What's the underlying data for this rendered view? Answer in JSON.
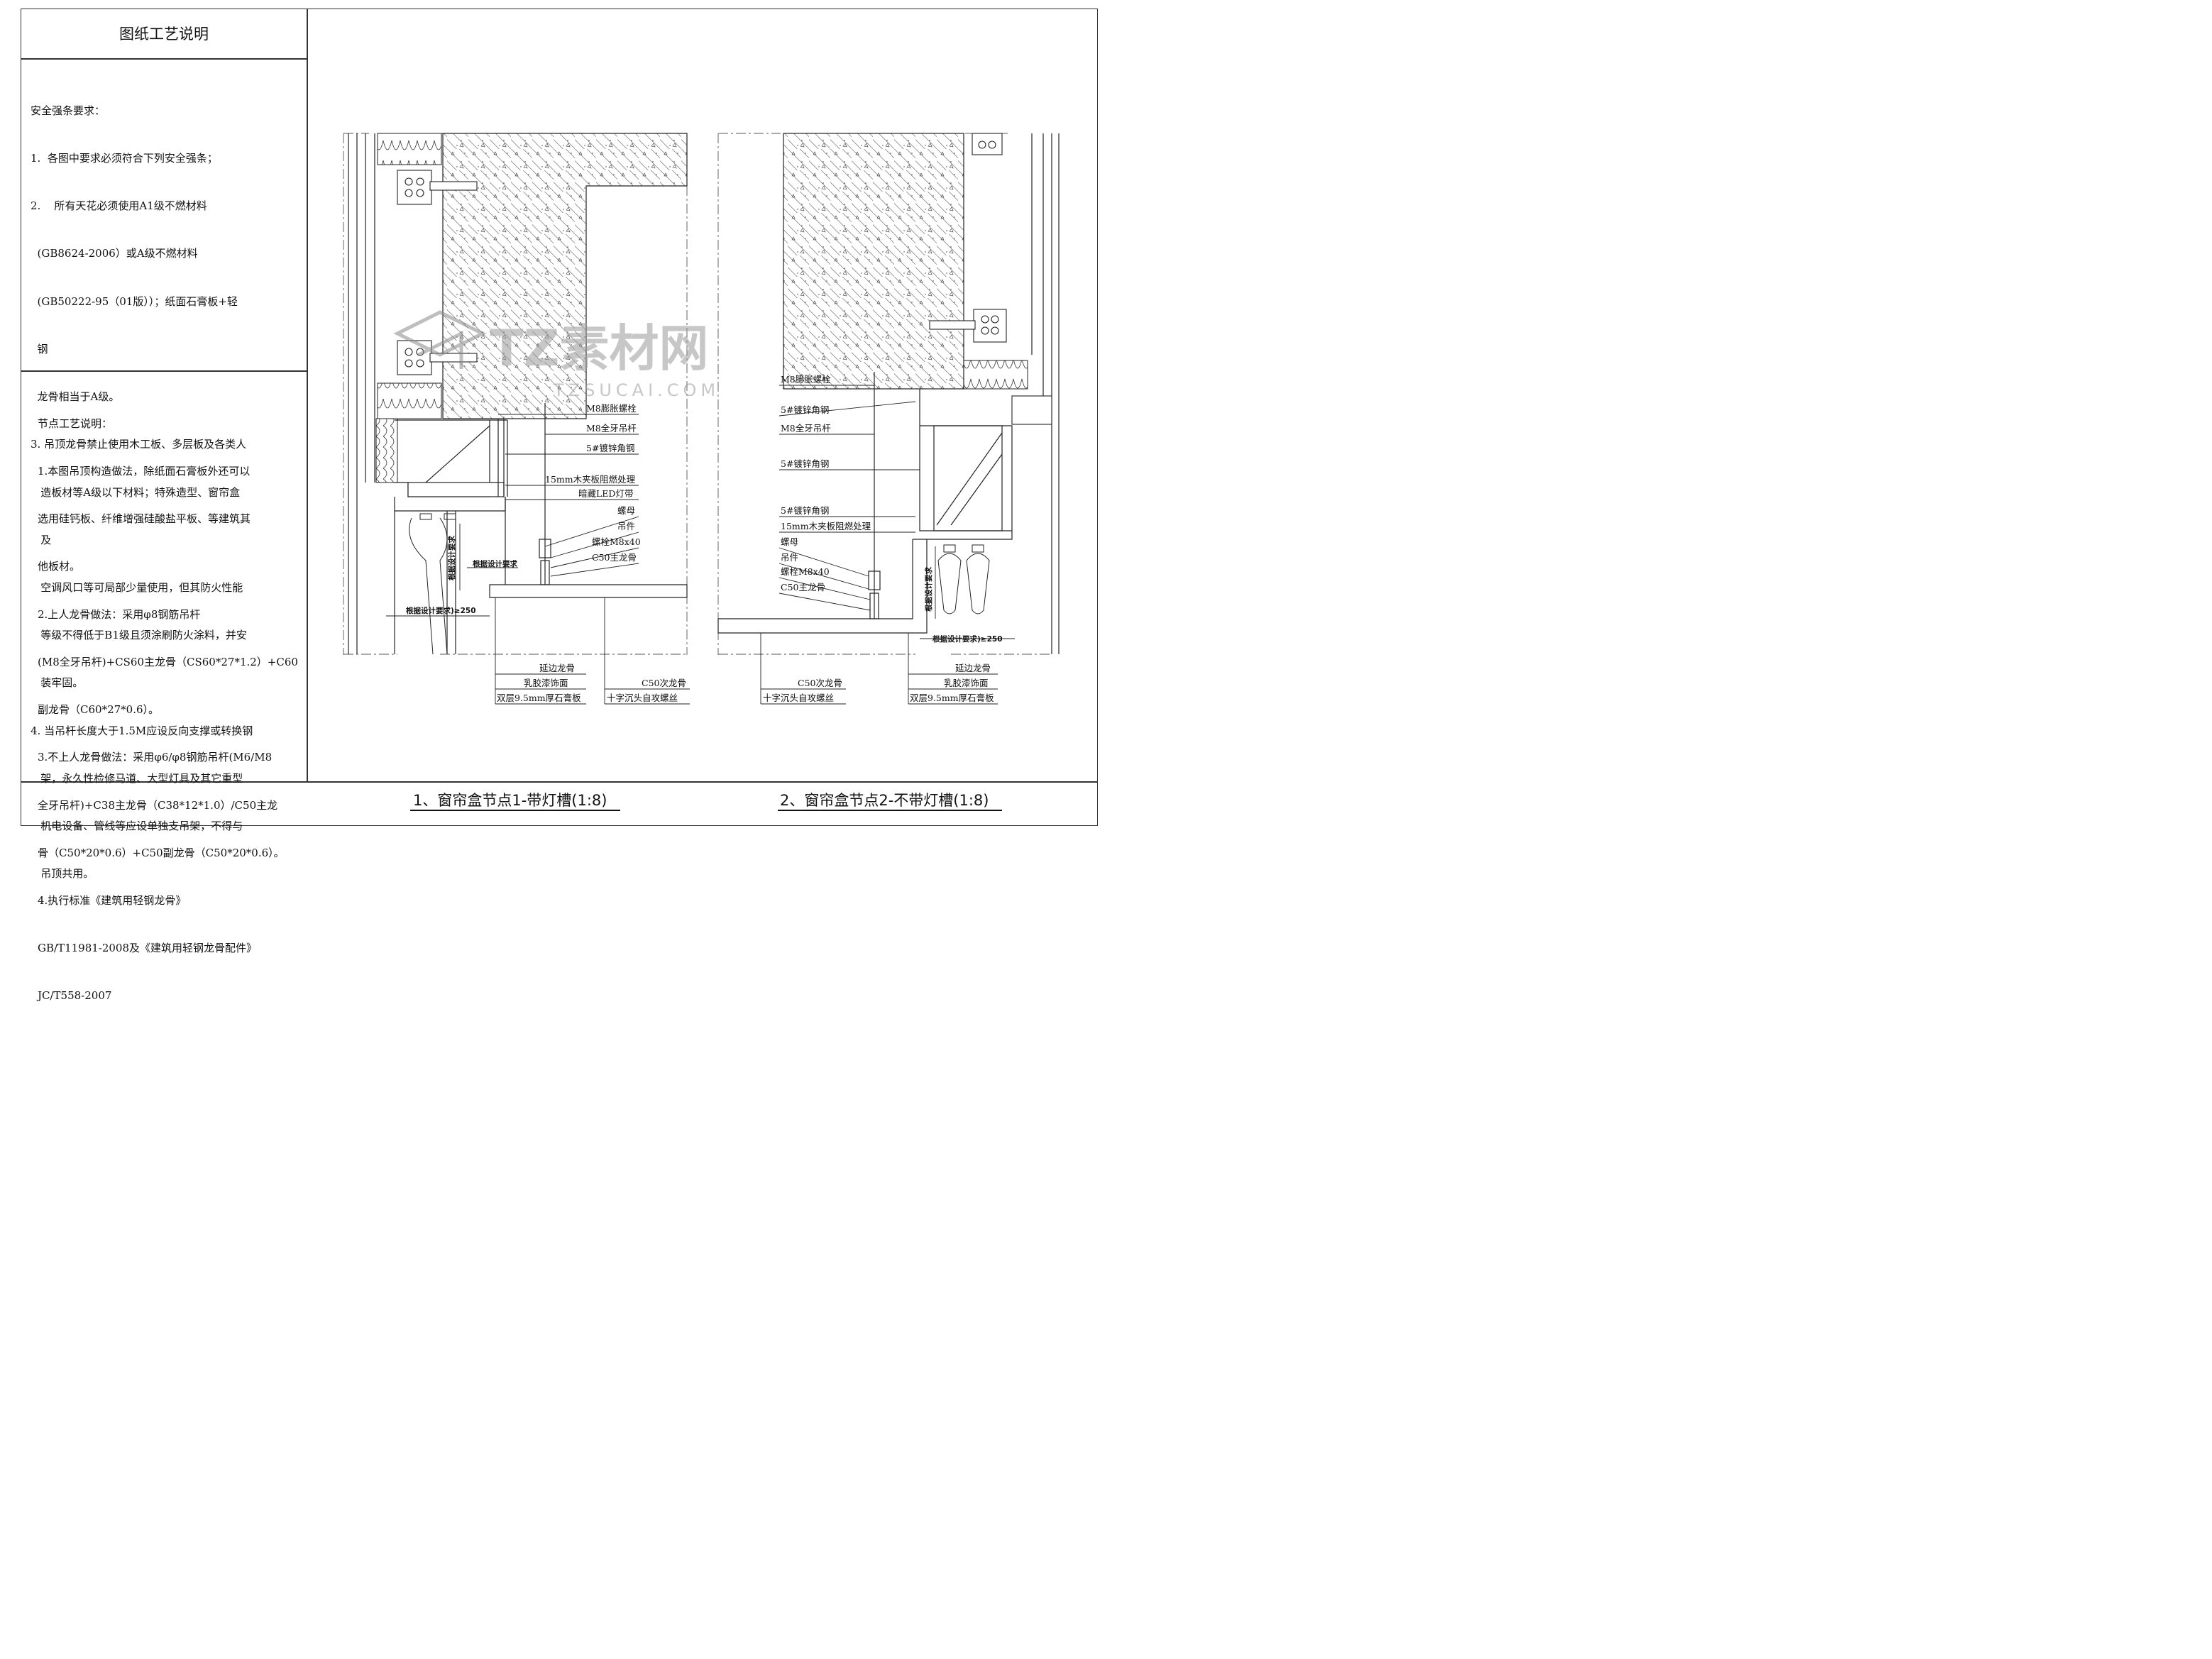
{
  "panel_title": "图纸工艺说明",
  "safety": {
    "lines": [
      "安全强条要求：",
      "1.  各图中要求必须符合下列安全强条；",
      "2.    所有天花必须使用A1级不燃材料",
      "  (GB8624-2006）或A级不燃材料",
      "  (GB50222-95（01版））；纸面石膏板+轻",
      "  钢",
      "  龙骨相当于A级。",
      "3. 吊顶龙骨禁止使用木工板、多层板及各类人",
      "   造板材等A级以下材料；特殊造型、窗帘盒",
      "   及",
      "   空调风口等可局部少量使用，但其防火性能",
      "   等级不得低于B1级且须涂刷防火涂料，并安",
      "   装牢固。",
      "4. 当吊杆长度大于1.5M应设反向支撑或转换钢",
      "   架，永久性检修马道、大型灯具及其它重型",
      "   机电设备、管线等应设单独支吊架，不得与",
      "   吊顶共用。"
    ]
  },
  "node": {
    "lines": [
      "节点工艺说明：",
      "1.本图吊顶构造做法，除纸面石膏板外还可以",
      "选用硅钙板、纤维增强硅酸盐平板、等建筑其",
      "他板材。",
      "2.上人龙骨做法：采用φ8钢筋吊杆",
      "(M8全牙吊杆)+CS60主龙骨（CS60*27*1.2）+C60",
      "副龙骨（C60*27*0.6）。",
      "3.不上人龙骨做法：采用φ6/φ8钢筋吊杆(M6/M8",
      "全牙吊杆)+C38主龙骨（C38*12*1.0）/C50主龙",
      "骨（C50*20*0.6）+C50副龙骨（C50*20*0.6）。",
      "4.执行标准《建筑用轻钢龙骨》",
      "GB/T11981-2008及《建筑用轻钢龙骨配件》",
      "JC/T558-2007"
    ]
  },
  "watermark": {
    "main": "TZ素材网",
    "sub": "TZSUCAI.COM"
  },
  "detail1": {
    "caption": "1、窗帘盒节点1-带灯槽(1:8)",
    "labels": {
      "expansion_bolt": "M8膨胀螺栓",
      "rod": "M8全牙吊杆",
      "angle_steel": "5#镀锌角钢",
      "plywood": "15mm木夹板阻燃处理",
      "led": "暗藏LED灯带",
      "nut": "螺母",
      "hanger": "吊件",
      "bolt": "螺栓M8x40",
      "main_keel": "C50主龙骨",
      "edge_keel": "延边龙骨",
      "paint": "乳胶漆饰面",
      "gypsum": "双层9.5mm厚石膏板",
      "sub_keel": "C50次龙骨",
      "screw": "十字沉头自攻螺丝",
      "design_v": "根据设计要求",
      "design_h": "根据设计要求",
      "design_ge": "根据设计要求)≥250"
    }
  },
  "detail2": {
    "caption": "2、窗帘盒节点2-不带灯槽(1:8)",
    "labels": {
      "expansion_bolt": "M8膨胀螺栓",
      "angle_steel_a": "5#镀锌角钢",
      "rod": "M8全牙吊杆",
      "angle_steel_b": "5#镀锌角钢",
      "angle_steel_c": "5#镀锌角钢",
      "plywood": "15mm木夹板阻燃处理",
      "nut": "螺母",
      "hanger": "吊件",
      "bolt": "螺栓M8x40",
      "main_keel": "C50主龙骨",
      "sub_keel": "C50次龙骨",
      "screw": "十字沉头自攻螺丝",
      "edge_keel": "延边龙骨",
      "paint": "乳胶漆饰面",
      "gypsum": "双层9.5mm厚石膏板",
      "design_v": "根据设计要求",
      "design_ge": "根据设计要求)≥250"
    }
  }
}
